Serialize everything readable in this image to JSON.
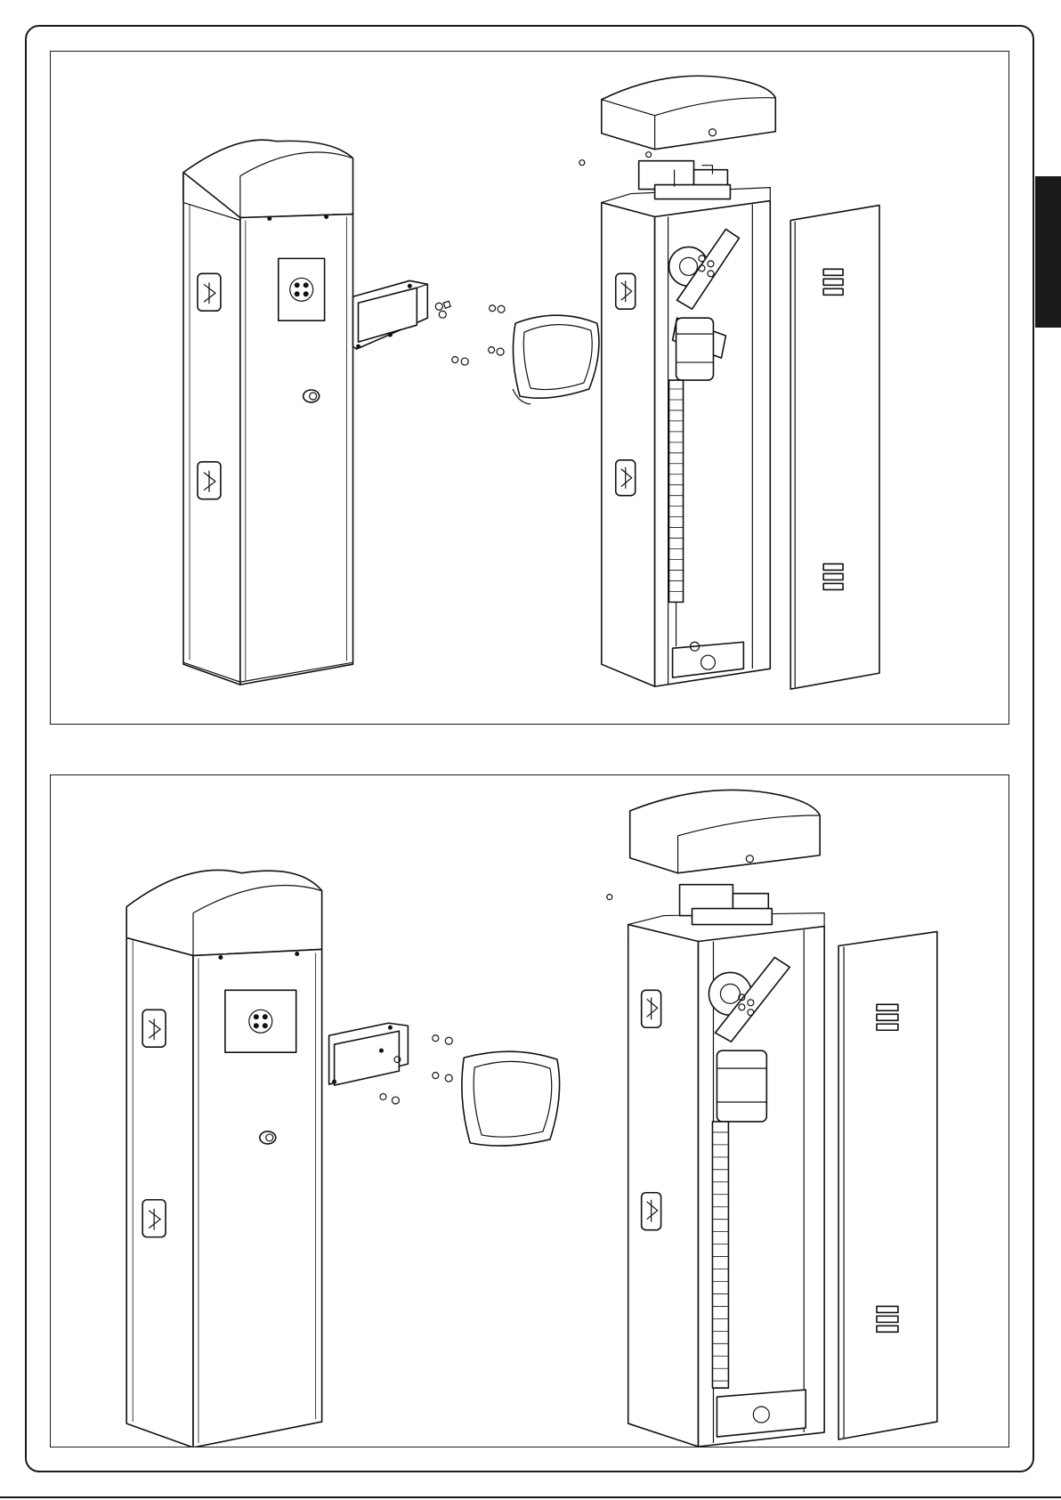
{
  "figures": [
    {
      "components": [
        "barrier-cabinet",
        "top-cover",
        "mounting-bracket",
        "fixing-screws",
        "lamp-cover",
        "motor-unit",
        "balancing-spring",
        "side-panel"
      ]
    },
    {
      "components": [
        "barrier-cabinet",
        "top-cover",
        "mounting-bracket",
        "fixing-screws",
        "lamp-cover",
        "motor-unit",
        "balancing-spring",
        "side-panel"
      ]
    }
  ],
  "colors": {
    "line": "#111111",
    "background": "#ffffff",
    "tab": "#1a1a1a"
  },
  "icons": [
    "logo-icon",
    "lock-icon",
    "screw-icon",
    "vent-slot-icon"
  ]
}
